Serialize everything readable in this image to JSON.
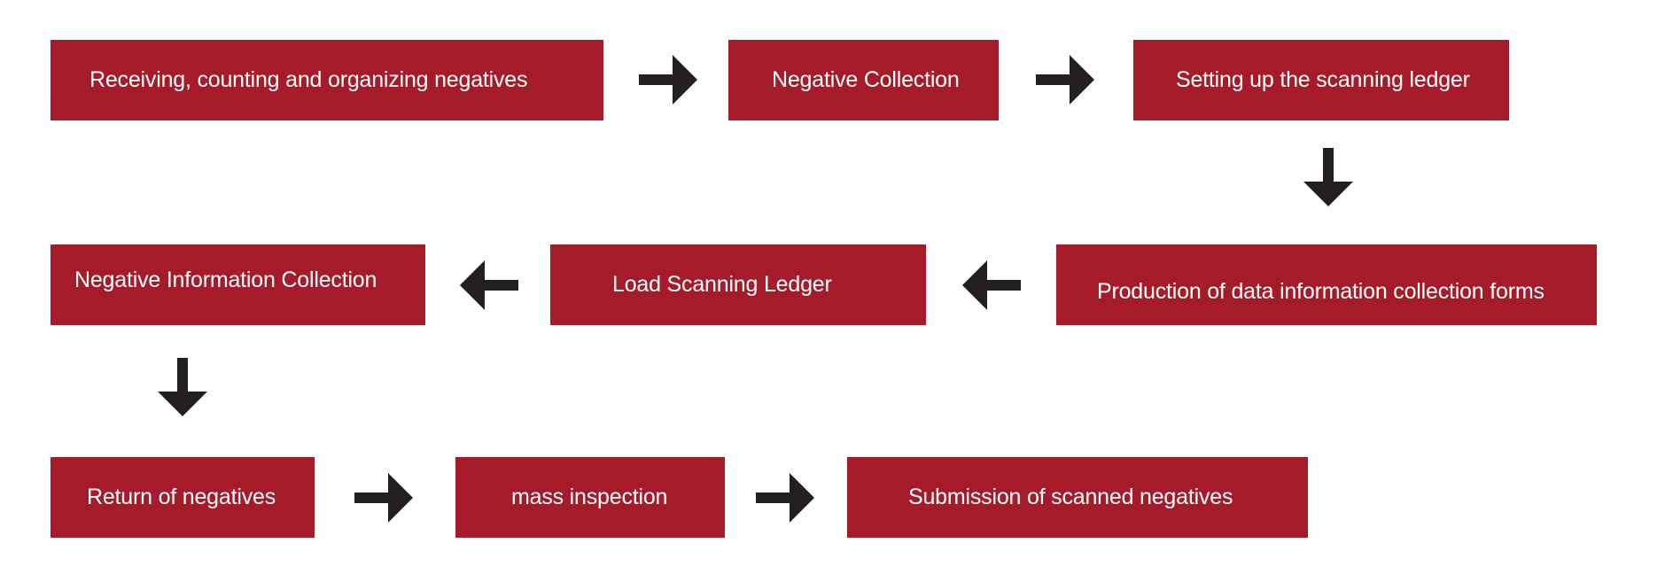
{
  "steps": [
    {
      "label": "Receiving, counting and organizing negatives"
    },
    {
      "label": "Negative Collection"
    },
    {
      "label": "Setting up the scanning ledger"
    },
    {
      "label": "Production of data information collection forms"
    },
    {
      "label": "Load Scanning Ledger"
    },
    {
      "label": "Negative Information Collection"
    },
    {
      "label": "Return of negatives"
    },
    {
      "label": "mass inspection"
    },
    {
      "label": "Submission of scanned negatives"
    }
  ],
  "arrows": [
    {
      "from": 0,
      "to": 1,
      "direction": "right"
    },
    {
      "from": 1,
      "to": 2,
      "direction": "right"
    },
    {
      "from": 2,
      "to": 3,
      "direction": "down"
    },
    {
      "from": 3,
      "to": 4,
      "direction": "left"
    },
    {
      "from": 4,
      "to": 5,
      "direction": "left"
    },
    {
      "from": 5,
      "to": 6,
      "direction": "down"
    },
    {
      "from": 6,
      "to": 7,
      "direction": "right"
    },
    {
      "from": 7,
      "to": 8,
      "direction": "right"
    }
  ],
  "colors": {
    "box_fill": "#a51b2a",
    "box_text": "#ffffff",
    "arrow": "#231f20",
    "background": "#ffffff"
  }
}
